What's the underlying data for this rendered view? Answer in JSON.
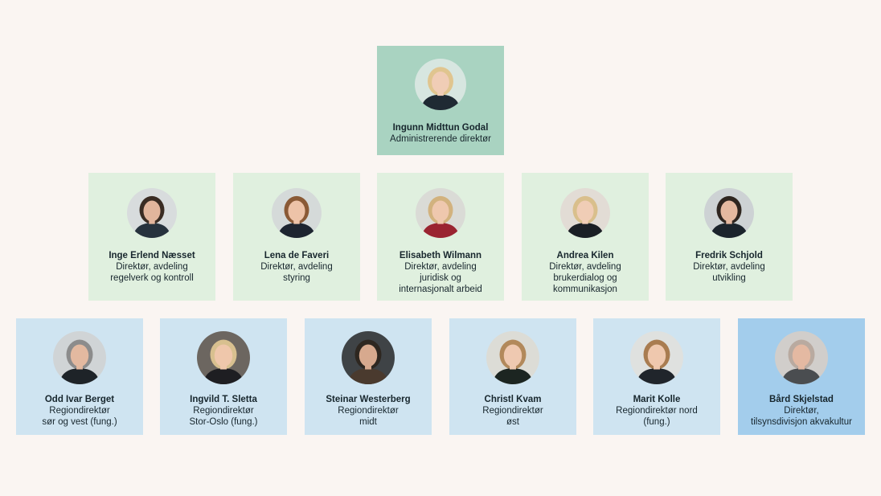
{
  "org_chart": {
    "leader": {
      "name": "Ingunn Midttun Godal",
      "title_lines": [
        "Administrerende direktør"
      ],
      "photo": {
        "background": "#d7e6e0",
        "hair": "#e0c58f",
        "skin": "#f0cdb6",
        "clothing": "#1f2a33"
      }
    },
    "departments": [
      {
        "name": "Inge Erlend Næsset",
        "title_lines": [
          "Direktør, avdeling",
          "regelverk og kontroll"
        ],
        "photo": {
          "background": "#d8dcdd",
          "hair": "#3a2c23",
          "skin": "#e2b59c",
          "clothing": "#26323d"
        }
      },
      {
        "name": "Lena de Faveri",
        "title_lines": [
          "Direktør, avdeling",
          "styring"
        ],
        "photo": {
          "background": "#d5dad9",
          "hair": "#8a5a36",
          "skin": "#edc3a8",
          "clothing": "#1d2530"
        }
      },
      {
        "name": "Elisabeth Wilmann",
        "title_lines": [
          "Direktør, avdeling",
          "juridisk og",
          "internasjonalt arbeid"
        ],
        "photo": {
          "background": "#dadbd6",
          "hair": "#d2b27e",
          "skin": "#efc8ae",
          "clothing": "#9a2431"
        }
      },
      {
        "name": "Andrea Kilen",
        "title_lines": [
          "Direktør, avdeling",
          "brukerdialog og",
          "kommunikasjon"
        ],
        "photo": {
          "background": "#e2dcd5",
          "hair": "#d9bf8c",
          "skin": "#f0cdb6",
          "clothing": "#1a1f25"
        }
      },
      {
        "name": "Fredrik Schjold",
        "title_lines": [
          "Direktør, avdeling",
          "utvikling"
        ],
        "photo": {
          "background": "#cdd2d4",
          "hair": "#2f2620",
          "skin": "#e5b9a0",
          "clothing": "#1b242c"
        }
      }
    ],
    "regions": [
      {
        "name": "Odd Ivar Berget",
        "title_lines": [
          "Regiondirektør",
          "sør og vest (fung.)"
        ],
        "photo": {
          "background": "#d0d4d6",
          "hair": "#8c8c8c",
          "skin": "#e3b9a0",
          "clothing": "#1e2328"
        }
      },
      {
        "name": "Ingvild T. Sletta",
        "title_lines": [
          "Regiondirektør",
          "Stor-Oslo (fung.)"
        ],
        "photo": {
          "background": "#6c6660",
          "hair": "#d8c08f",
          "skin": "#efc7ab",
          "clothing": "#1e1e22"
        }
      },
      {
        "name": "Steinar Westerberg",
        "title_lines": [
          "Regiondirektør",
          "midt"
        ],
        "photo": {
          "background": "#3f4346",
          "hair": "#2e2720",
          "skin": "#d7a98e",
          "clothing": "#4a3a2e"
        }
      },
      {
        "name": "Christl Kvam",
        "title_lines": [
          "Regiondirektør",
          "øst"
        ],
        "photo": {
          "background": "#dcdcd6",
          "hair": "#b2895b",
          "skin": "#efc9b1",
          "clothing": "#1c2521"
        }
      },
      {
        "name": "Marit Kolle",
        "title_lines": [
          "Regiondirektør nord",
          "(fung.)"
        ],
        "photo": {
          "background": "#dfe1df",
          "hair": "#a97c50",
          "skin": "#efc8ae",
          "clothing": "#20252b"
        }
      },
      {
        "name": "Bård Skjelstad",
        "title_lines": [
          "Direktør,",
          "tilsynsdivisjon akvakultur"
        ],
        "photo": {
          "background": "#d1cecb",
          "hair": "#b9aaa0",
          "skin": "#e4b9a2",
          "clothing": "#4a4d50"
        }
      }
    ]
  }
}
